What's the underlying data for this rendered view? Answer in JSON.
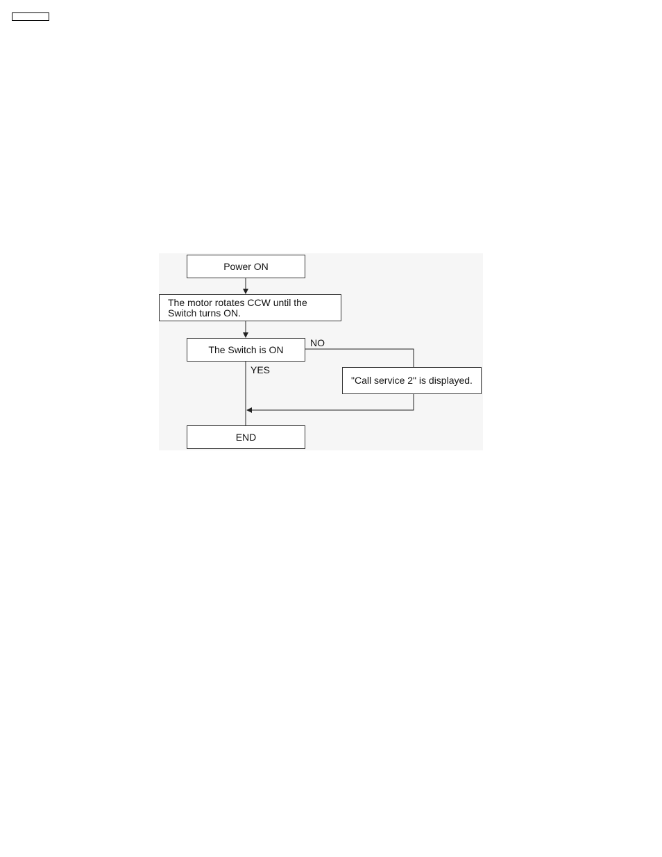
{
  "diagram": {
    "nodes": {
      "power_on": "Power ON",
      "motor_rotates": "The motor rotates CCW until the\nSwitch turns ON.",
      "switch_on": "The Switch is ON",
      "call_service": "\"Call service 2\" is displayed.",
      "end": "END"
    },
    "edge_labels": {
      "no": "NO",
      "yes": "YES"
    }
  }
}
